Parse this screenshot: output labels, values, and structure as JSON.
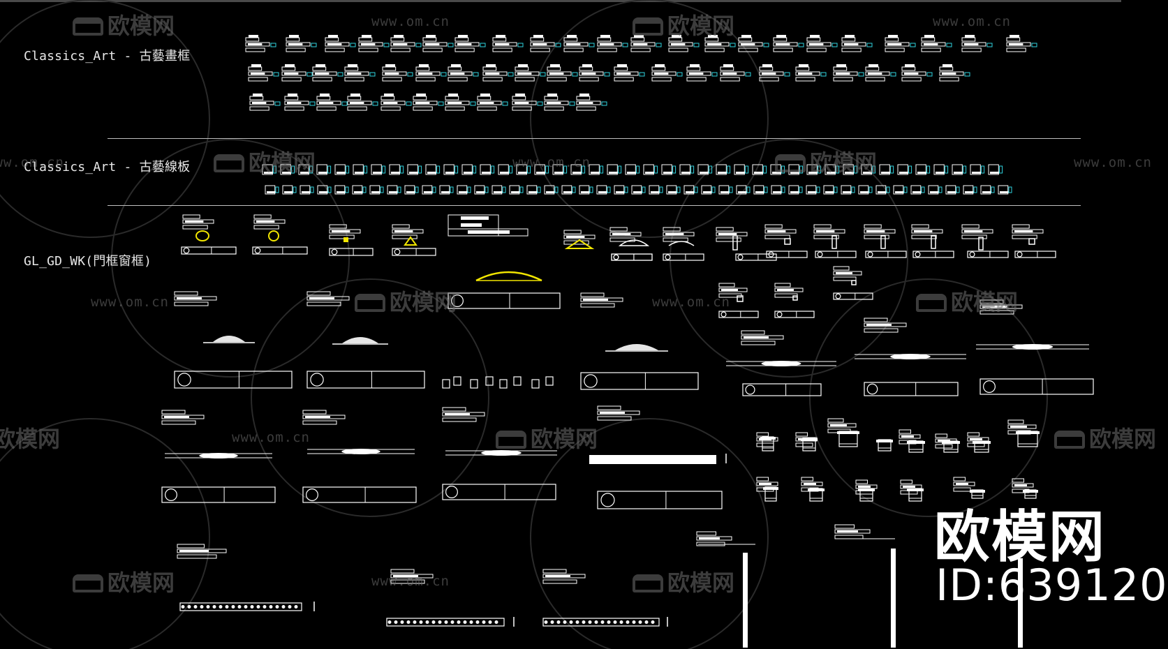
{
  "sections": {
    "frames_title": "Classics_Art - 古藝畫框",
    "lines_title": "Classics_Art - 古藝線板",
    "doors_title": "GL_GD_WK(門框窗框)"
  },
  "watermark": {
    "brand": "欧模网",
    "url": "www.om.cn"
  },
  "logo": {
    "text": "欧模网",
    "id": "ID:639120"
  },
  "colors": {
    "background": "#000000",
    "linework": "#ffffff",
    "accent_cyan": "#2fd4e0",
    "accent_yellow": "#f2e600",
    "watermark": "#6e6e6e"
  },
  "icons": [
    "title-block-icon",
    "sofa-icon"
  ]
}
